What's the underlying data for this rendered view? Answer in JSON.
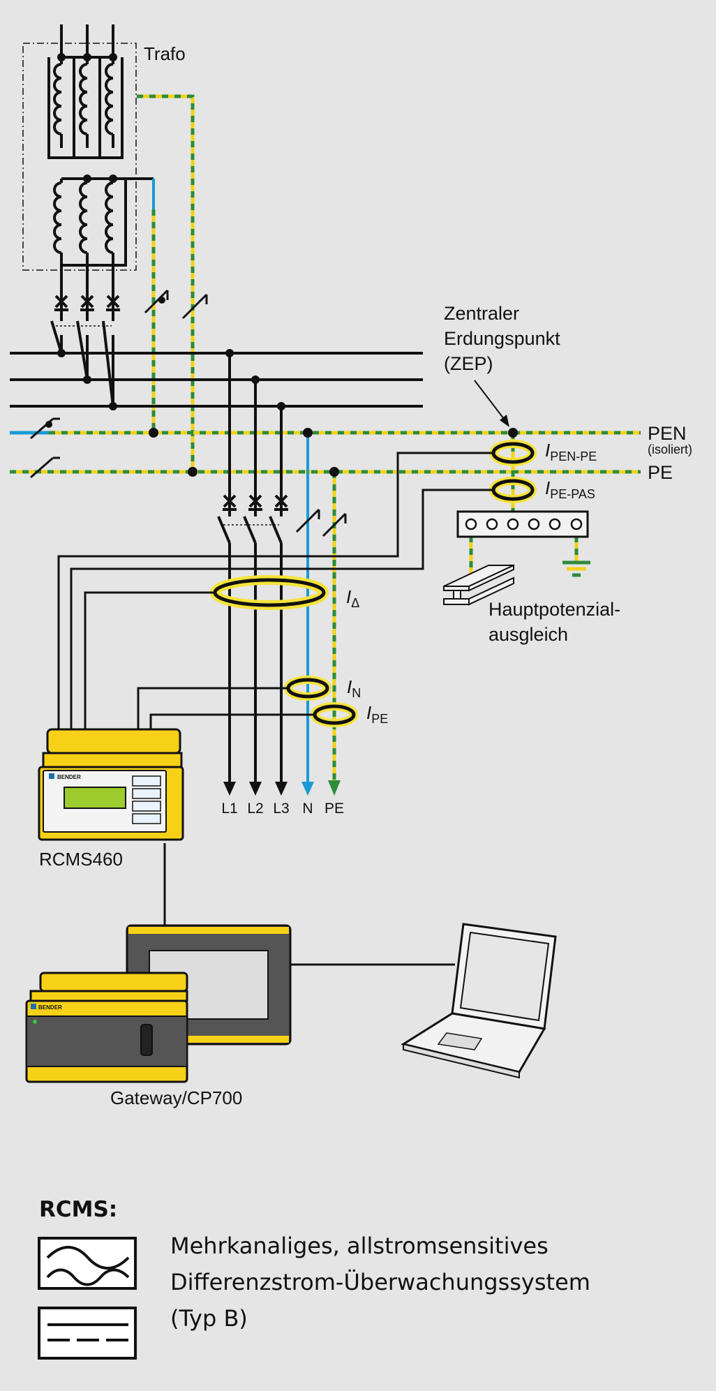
{
  "labels": {
    "trafo": "Trafo",
    "zep_line1": "Zentraler",
    "zep_line2": "Erdungspunkt",
    "zep_line3": "(ZEP)",
    "pen": "PEN",
    "pen_isolated": "(isoliert)",
    "pe": "PE",
    "i_pen_pe_main": "I",
    "i_pen_pe_sub": "PEN-PE",
    "i_pe_pas_main": "I",
    "i_pe_pas_sub": "PE-PAS",
    "i_delta_main": "I",
    "i_delta_sub": "Δ",
    "i_n_main": "I",
    "i_n_sub": "N",
    "i_pe_main": "I",
    "i_pe_sub": "PE",
    "hpa_line1": "Hauptpotenzial-",
    "hpa_line2": "ausgleich",
    "out_l1": "L1",
    "out_l2": "L2",
    "out_l3": "L3",
    "out_n": "N",
    "out_pe": "PE",
    "rcms_device": "RCMS460",
    "bender_logo": "BENDER",
    "gateway_logo": "BENDER",
    "gateway": "Gateway/CP700"
  },
  "legend": {
    "title": "RCMS:",
    "line1": "Mehrkanaliges, allstromsensitives",
    "line2": "Differenzstrom-Überwachungssystem",
    "line3": "(Typ B)"
  },
  "colors": {
    "background": "#e5e5e5",
    "line": "#111111",
    "neutral_blue": "#1a9ad6",
    "pe_yellow": "#f2d21b",
    "pe_green": "#2e8b3a",
    "device_yellow": "#f7d117",
    "display_green": "#9ccc2d",
    "transformer_glow": "#f5e33a"
  }
}
